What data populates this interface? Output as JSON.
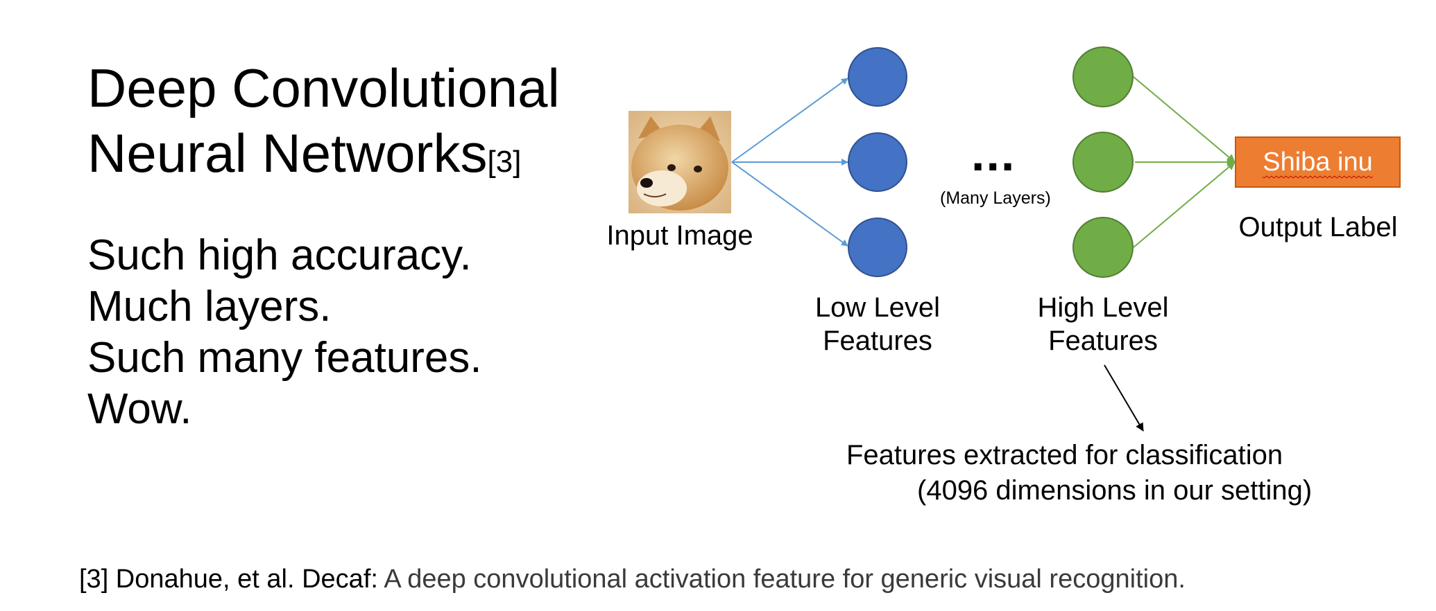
{
  "slide": {
    "title_line1": "Deep Convolutional",
    "title_line2": "Neural Networks",
    "title_ref": "[3]",
    "bullets": [
      "Such high accuracy.",
      "Much layers.",
      "Such many features.",
      "Wow."
    ]
  },
  "diagram": {
    "input_label": "Input Image",
    "ellipsis": "...",
    "many_layers": "(Many Layers)",
    "low_level_line1": "Low Level",
    "low_level_line2": "Features",
    "high_level_line1": "High Level",
    "high_level_line2": "Features",
    "output_value": "Shiba inu",
    "output_label": "Output Label",
    "extract_line1": "Features extracted for classification",
    "extract_line2": "(4096 dimensions in our setting)",
    "colors": {
      "low_nodes": "#4472C4",
      "high_nodes": "#70AD47",
      "output_box": "#ED7D31",
      "input_arrows": "#5B9BD5",
      "output_arrows": "#70AD47"
    }
  },
  "citation": {
    "authors": "[3] Donahue, et al. Decaf:",
    "title": " A deep convolutional activation feature for generic visual recognition."
  }
}
